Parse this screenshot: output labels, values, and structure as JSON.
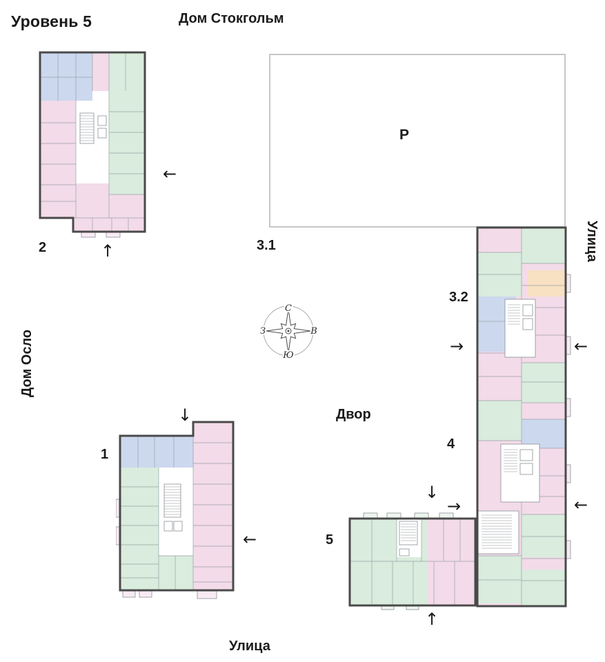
{
  "page": {
    "title": "Уровень 5"
  },
  "labels": {
    "house_stockholm": "Дом Стокгольм",
    "house_oslo": "Дом Осло",
    "street_right": "Улица",
    "street_bottom": "Улица",
    "courtyard": "Двор",
    "parking": "Р"
  },
  "buildings": {
    "b1": {
      "label": "1"
    },
    "b2": {
      "label": "2"
    },
    "b31": {
      "label": "3.1"
    },
    "b32": {
      "label": "3.2"
    },
    "b4": {
      "label": "4"
    },
    "b5": {
      "label": "5"
    }
  },
  "compass": {
    "north": "С",
    "south": "Ю",
    "west": "З",
    "east": "В"
  },
  "icons": {
    "arrow_left": "←",
    "arrow_right": "→",
    "arrow_up": "↑",
    "arrow_down": "↓"
  },
  "colors": {
    "apartment_pink": "#f3dbe9",
    "apartment_blue": "#ccd8ee",
    "apartment_green": "#d9ecdd",
    "apartment_orange": "#f8e0c2",
    "wall": "#4a4a4a",
    "parking_border": "#c6c6c6"
  }
}
